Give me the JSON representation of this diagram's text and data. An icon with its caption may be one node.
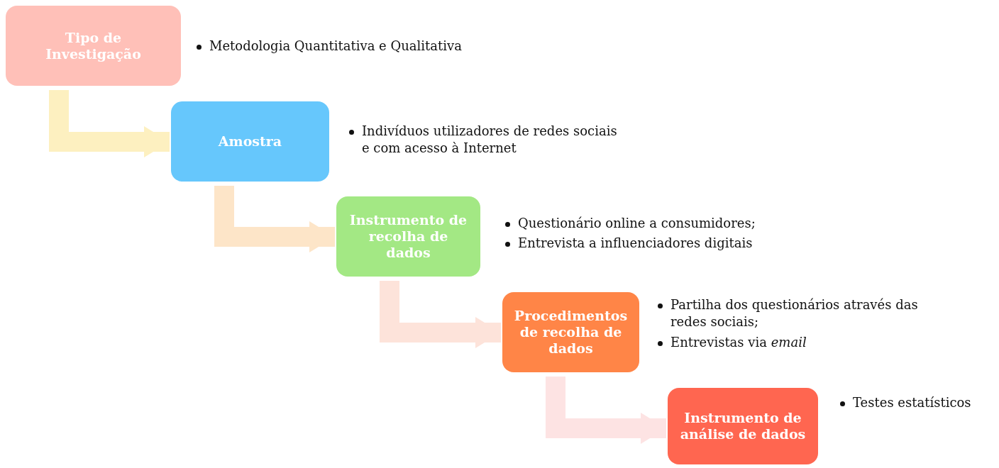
{
  "diagram": {
    "nodes": [
      {
        "text": [
          "Tipo de Investigação"
        ],
        "beside": [
          "Metodologia Quantitativa e Qualitativa"
        ]
      },
      {
        "text": [
          "Amostra"
        ],
        "beside": [
          "Indivíduos utilizadores de redes sociais e com acesso à Internet"
        ]
      },
      {
        "text": [
          "Instrumento de recolha de dados"
        ],
        "beside": [
          "Questionário online a consumidores;",
          "Entrevista a influenciadores digitais"
        ]
      },
      {
        "text": [
          "Procedimentos de recolha de dados"
        ],
        "beside": [
          "Partilha dos questionários através das redes sociais;",
          "Entrevistas via *email*"
        ]
      },
      {
        "text": [
          "Instrumento de análise de dados"
        ],
        "beside": [
          "Testes estatísticos"
        ]
      }
    ],
    "edges": [
      {
        "from": 0,
        "to": 1,
        "arrow": "to",
        "color": "#fdf0c0"
      },
      {
        "from": 1,
        "to": 2,
        "arrow": "to",
        "color": "#fde5c8"
      },
      {
        "from": 2,
        "to": 3,
        "arrow": "to",
        "color": "#fde3da"
      },
      {
        "from": 3,
        "to": 4,
        "arrow": "to",
        "color": "#fde3e3"
      }
    ]
  }
}
